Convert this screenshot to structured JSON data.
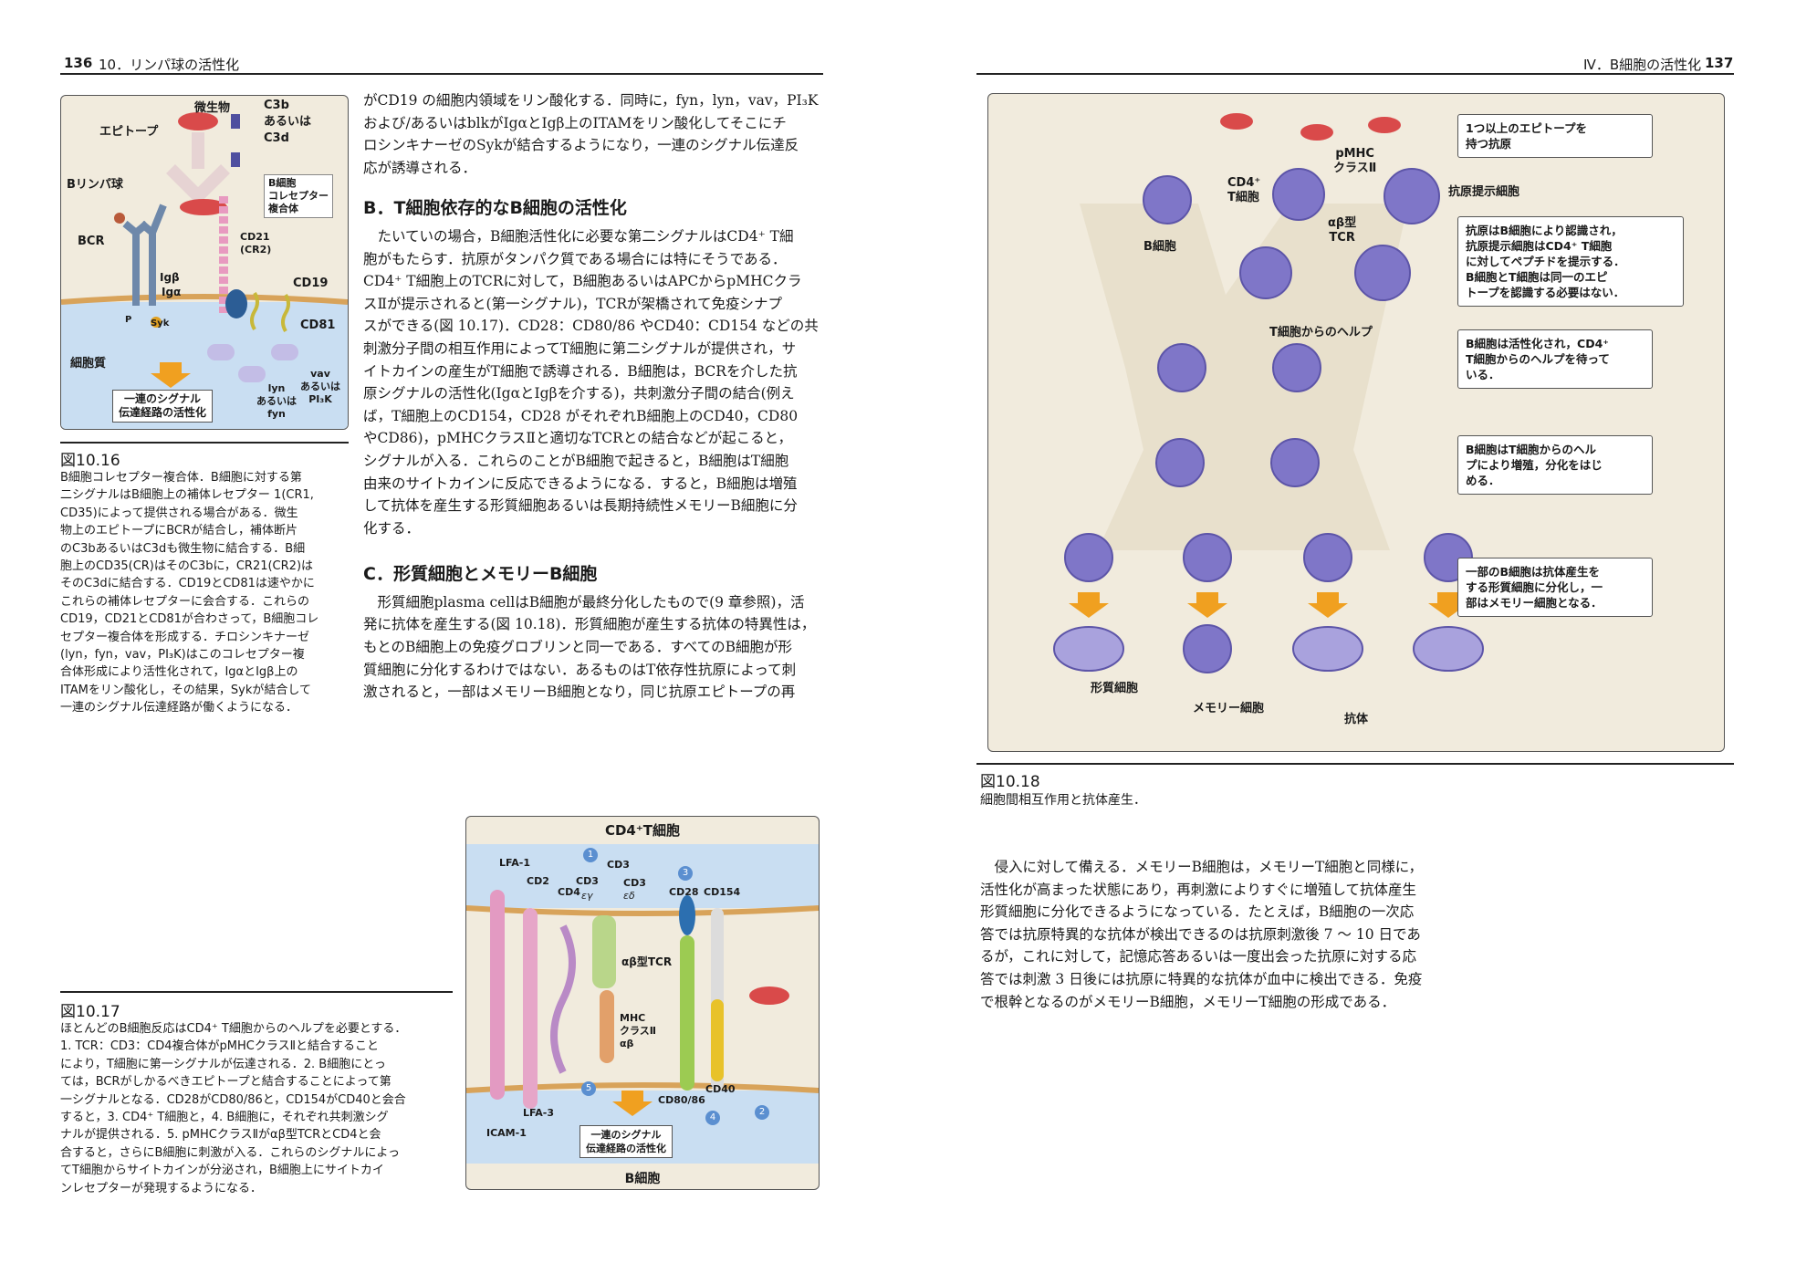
{
  "left_page": {
    "page_number": "136",
    "chapter": "10．リンパ球の活性化",
    "intro_lines": [
      "がCD19 の細胞内領域をリン酸化する．同時に，fyn，lyn，vav，PI₃K",
      "および/あるいはblkがIgαとIgβ上のITAMをリン酸化してそこにチ",
      "ロシンキナーゼのSykが結合するようになり，一連のシグナル伝達反",
      "応が誘導される．"
    ],
    "section_b": {
      "heading": "B．T細胞依存的なB細胞の活性化",
      "lines": [
        "たいていの場合，B細胞活性化に必要な第二シグナルはCD4⁺ T細",
        "胞がもたらす．抗原がタンパク質である場合には特にそうである．",
        "CD4⁺ T細胞上のTCRに対して，B細胞あるいはAPCからpMHCクラ",
        "スⅡが提示されると(第一シグナル)，TCRが架橋されて免疫シナプ",
        "スができる(図 10.17)．CD28：CD80/86 やCD40：CD154 などの共",
        "刺激分子間の相互作用によってT細胞に第二シグナルが提供され，サ",
        "イトカインの産生がT細胞で誘導される．B細胞は，BCRを介した抗",
        "原シグナルの活性化(IgαとIgβを介する)，共刺激分子間の結合(例え",
        "ば，T細胞上のCD154，CD28 がそれぞれB細胞上のCD40，CD80",
        "やCD86)，pMHCクラスⅡと適切なTCRとの結合などが起こると，",
        "シグナルが入る．これらのことがB細胞で起きると，B細胞はT細胞",
        "由来のサイトカインに反応できるようになる．すると，B細胞は増殖",
        "して抗体を産生する形質細胞あるいは長期持続性メモリーB細胞に分",
        "化する．"
      ]
    },
    "section_c": {
      "heading": "C．形質細胞とメモリーB細胞",
      "lines": [
        "形質細胞plasma cellはB細胞が最終分化したもので(9 章参照)，活",
        "発に抗体を産生する(図 10.18)．形質細胞が産生する抗体の特異性は，",
        "もとのB細胞上の免疫グロブリンと同一である．すべてのB細胞が形",
        "質細胞に分化するわけではない．あるものはT依存性抗原によって刺",
        "激されると，一部はメモリーB細胞となり，同じ抗原エピトープの再"
      ]
    },
    "fig16": {
      "label": "図10.16",
      "caption_lines": [
        "B細胞コレセプター複合体．B細胞に対する第",
        "二シグナルはB細胞上の補体レセプター 1(CR1,",
        "CD35)によって提供される場合がある．微生",
        "物上のエピトープにBCRが結合し，補体断片",
        "のC3bあるいはC3dも微生物に結合する．B細",
        "胞上のCD35(CR)はそのC3bに，CR21(CR2)は",
        "そのC3dに結合する．CD19とCD81は速やかに",
        "これらの補体レセプターに会合する．これらの",
        "CD19，CD21とCD81が合わさって，B細胞コレ",
        "セプター複合体を形成する．チロシンキナーゼ",
        "(lyn，fyn，vav，PI₃K)はこのコレセプター複",
        "合体形成により活性化されて，IgαとIgβ上の",
        "ITAMをリン酸化し，その結果，Sykが結合して",
        "一連のシグナル伝達経路が働くようになる．"
      ],
      "labels": {
        "microbe": "微生物",
        "epitope": "エピトープ",
        "c3b_l1": "C3b",
        "c3b_l2": "あるいは",
        "c3b_l3": "C3d",
        "b_lymph": "Bリンパ球",
        "coreceptor_l1": "B細胞",
        "coreceptor_l2": "コレセプター",
        "coreceptor_l3": "複合体",
        "bcr": "BCR",
        "cd21_l1": "CD21",
        "cd21_l2": "(CR2)",
        "igb": "Igβ",
        "iga": "Igα",
        "cd19": "CD19",
        "cd81": "CD81",
        "p": "P",
        "syk": "Syk",
        "cytoplasm": "細胞質",
        "cascade_l1": "一連のシグナル",
        "cascade_l2": "伝達経路の活性化",
        "lyn_l1": "lyn",
        "lyn_l2": "あるいは",
        "lyn_l3": "fyn",
        "vav_l1": "vav",
        "vav_l2": "あるいは",
        "vav_l3": "PI₃K"
      }
    },
    "fig17": {
      "label": "図10.17",
      "caption_lines": [
        "ほとんどのB細胞反応はCD4⁺ T細胞からのヘルプを必要とする．",
        "1. TCR：CD3：CD4複合体がpMHCクラスⅡと結合すること",
        "により，T細胞に第一シグナルが伝達される．2. B細胞にとっ",
        "ては，BCRがしかるべきエピトープと結合することによって第",
        "一シグナルとなる．CD28がCD80/86と，CD154がCD40と会合",
        "すると，3. CD4⁺ T細胞と，4. B細胞に，それぞれ共刺激シグ",
        "ナルが提供される．5. pMHCクラスⅡがαβ型TCRとCD4と会",
        "合すると，さらにB細胞に刺激が入る．これらのシグナルによっ",
        "てT細胞からサイトカインが分泌され，B細胞上にサイトカイ",
        "ンレセプターが発現するようになる．"
      ],
      "labels": {
        "title": "CD4⁺T細胞",
        "lfa1": "LFA-1",
        "cd2": "CD2",
        "cd4": "CD4",
        "cd3a": "CD3",
        "cd3b": "CD3",
        "cd3c": "CD3",
        "eg": "εγ",
        "ed": "εδ",
        "cd28": "CD28",
        "cd154": "CD154",
        "n1": "1",
        "n2": "2",
        "n3": "3",
        "n4": "4",
        "n5": "5",
        "abtcr": "αβ型TCR",
        "mhc_l1": "MHC",
        "mhc_l2": "クラスⅡ",
        "mhc_l3": "αβ",
        "lfa3": "LFA-3",
        "icam1": "ICAM-1",
        "cd8086": "CD80/86",
        "cd40": "CD40",
        "cascade_l1": "一連のシグナル",
        "cascade_l2": "伝達経路の活性化",
        "bcell": "B細胞"
      }
    }
  },
  "right_page": {
    "page_number": "137",
    "chapter": "Ⅳ．B細胞の活性化",
    "fig18": {
      "label": "図10.18",
      "caption": "細胞間相互作用と抗体産生．",
      "labels": {
        "bcell": "B細胞",
        "cd4_l1": "CD4⁺",
        "cd4_l2": "T細胞",
        "pmhc_l1": "pMHC",
        "pmhc_l2": "クラスⅡ",
        "abtcr_l1": "αβ型",
        "abtcr_l2": "TCR",
        "apc": "抗原提示細胞",
        "help": "T細胞からのヘルプ",
        "plasma": "形質細胞",
        "memory": "メモリー細胞",
        "antibody": "抗体"
      },
      "callouts": [
        [
          "1つ以上のエピトープを",
          "持つ抗原"
        ],
        [
          "抗原はB細胞により認識され，",
          "抗原提示細胞はCD4⁺ T細胞",
          "に対してペプチドを提示する．",
          "B細胞とT細胞は同一のエピ",
          "トープを認識する必要はない．"
        ],
        [
          "B細胞は活性化され，CD4⁺",
          "T細胞からのヘルプを待って",
          "いる．"
        ],
        [
          "B細胞はT細胞からのヘル",
          "プにより増殖，分化をはじ",
          "める．"
        ],
        [
          "一部のB細胞は抗体産生を",
          "する形質細胞に分化し，一",
          "部はメモリー細胞となる．"
        ]
      ]
    },
    "body_lines": [
      "侵入に対して備える．メモリーB細胞は，メモリーT細胞と同様に，",
      "活性化が高まった状態にあり，再刺激によりすぐに増殖して抗体産生",
      "形質細胞に分化できるようになっている．たとえば，B細胞の一次応",
      "答では抗原特異的な抗体が検出できるのは抗原刺激後 7 ～ 10 日であ",
      "るが，これに対して，記憶応答あるいは一度出会った抗原に対する応",
      "答では刺激 3 日後には抗原に特異的な抗体が血中に検出できる．免疫",
      "で根幹となるのがメモリーB細胞，メモリーT細胞の形成である．"
    ]
  },
  "colors": {
    "panel_bg": "#f1ebdd",
    "cytoplasm_blue": "#c9def2",
    "membrane": "#d8a35a",
    "cell_purple": "#7f76c8",
    "arrow_orange": "#f0a020",
    "microbe_red": "#d94a4a"
  }
}
